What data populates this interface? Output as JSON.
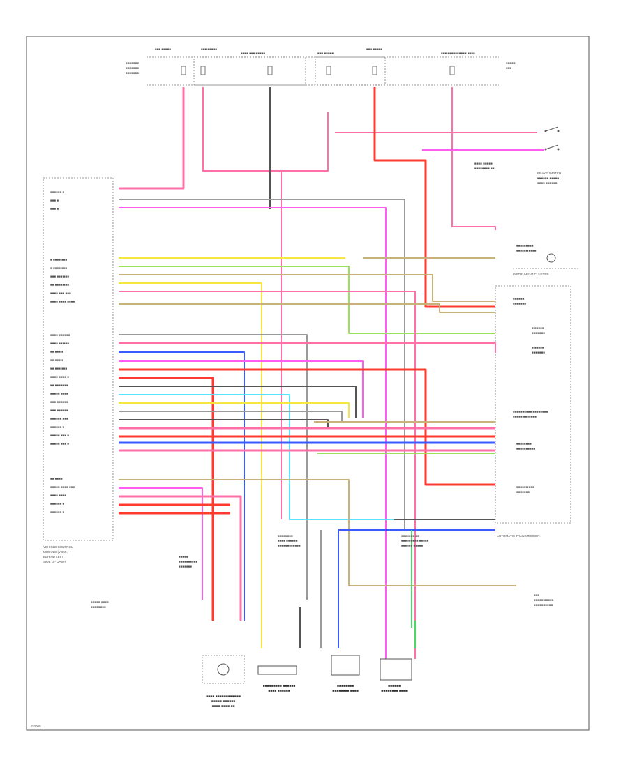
{
  "diagram": {
    "ecu_caption": [
      "VEHICLE CONTROL",
      "MODULE (VCM),",
      "BEHIND LEFT",
      "SIDE OF DASH"
    ],
    "tcc_switch_label": "BRAKE SWITCH",
    "cluster_label": "INSTRUMENT CLUSTER",
    "trans_label": "AUTOMATIC TRANSMISSION",
    "footer_code": "G0000",
    "colors": {
      "pink": "#ff6fa8",
      "red": "#ff3b30",
      "magenta": "#ff5cf0",
      "yellow": "#f5e642",
      "green": "#4cd964",
      "lightgreen": "#9be15d",
      "blue": "#3a5bff",
      "cyan": "#59e3ff",
      "gray": "#9a9a9a",
      "darkgray": "#555555",
      "orange": "#ffb347",
      "tan": "#c8b27a",
      "purple": "#c070ff"
    }
  }
}
